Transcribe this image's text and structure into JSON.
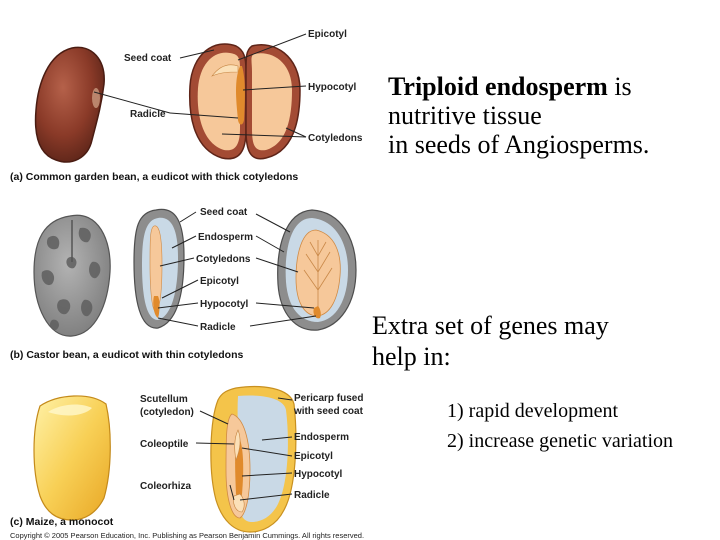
{
  "figure": {
    "panel_a": {
      "labels": {
        "seed_coat": "Seed coat",
        "epicotyl": "Epicotyl",
        "hypocotyl": "Hypocotyl",
        "radicle": "Radicle",
        "cotyledons": "Cotyledons"
      },
      "caption": "(a) Common garden bean, a eudicot with thick cotyledons"
    },
    "panel_b": {
      "labels": {
        "seed_coat": "Seed coat",
        "endosperm": "Endosperm",
        "cotyledons": "Cotyledons",
        "epicotyl": "Epicotyl",
        "hypocotyl": "Hypocotyl",
        "radicle": "Radicle"
      },
      "caption": "(b) Castor bean, a eudicot with thin cotyledons"
    },
    "panel_c": {
      "labels": {
        "scutellum_1": "Scutellum",
        "scutellum_2": "(cotyledon)",
        "coleoptile": "Coleoptile",
        "coleorhiza": "Coleorhiza",
        "pericarp_1": "Pericarp fused",
        "pericarp_2": "with seed coat",
        "endosperm": "Endosperm",
        "epicotyl": "Epicotyl",
        "hypocotyl": "Hypocotyl",
        "radicle": "Radicle"
      },
      "caption": "(c) Maize, a monocot"
    },
    "copyright": "Copyright © 2005 Pearson Education, Inc. Publishing as Pearson Benjamin Cummings. All rights reserved.",
    "colors": {
      "bean_coat": "#8a3a28",
      "cotyledon": "#f6c89a",
      "castor_gray": "#8c8c8c",
      "endosperm_blue": "#c9d9e6",
      "maize_yellow": "#f6c94a",
      "embryo_orange": "#e08a2c"
    }
  },
  "text": {
    "p1_bold": "Triploid endosperm",
    "p1_rest": " is",
    "p1_line2": "nutritive tissue",
    "p1_line3": "in seeds of Angiosperms.",
    "p2_line1": "Extra set of genes may",
    "p2_line2": "help in:",
    "item1": "1) rapid development",
    "item2": "2) increase genetic variation"
  }
}
